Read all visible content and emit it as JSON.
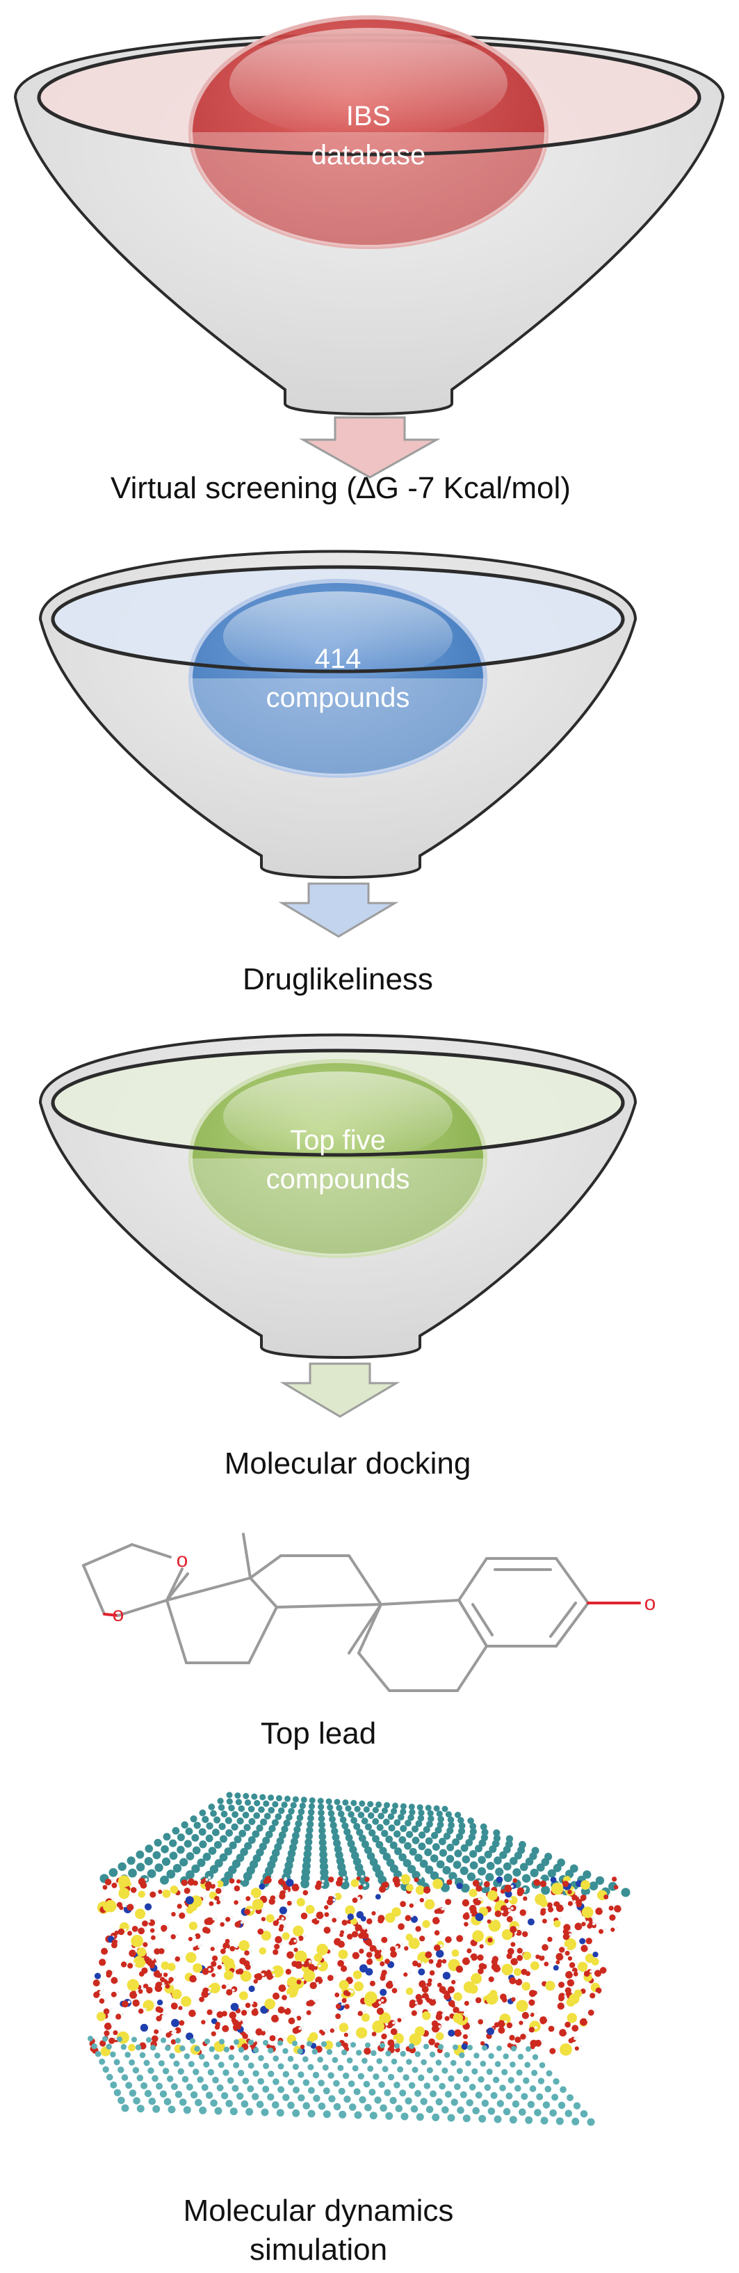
{
  "stages": [
    {
      "circle_lines": [
        "IBS",
        "database"
      ],
      "color_key": "red",
      "label_lines": [
        "Virtual screening (∆G -7 Kcal/mol)"
      ]
    },
    {
      "circle_lines": [
        "414",
        "compounds"
      ],
      "color_key": "blue",
      "label_lines": [
        "Druglikeliness"
      ]
    },
    {
      "circle_lines": [
        "Top five",
        "compounds"
      ],
      "color_key": "green",
      "label_lines": [
        "Molecular docking"
      ]
    }
  ],
  "top_lead_label": "Top lead",
  "md_label_lines": [
    "Molecular dynamics",
    "simulation"
  ],
  "colors": {
    "red": {
      "dark": "#b3272a",
      "mid": "#d9534f",
      "light": "#f4dcdc",
      "arrow": "#efc3c3"
    },
    "blue": {
      "dark": "#2f6db5",
      "mid": "#5b8fd0",
      "light": "#dde7f4",
      "arrow": "#c3d4ee"
    },
    "green": {
      "dark": "#7aa53a",
      "mid": "#9cc05d",
      "light": "#e8eedd",
      "arrow": "#dde8cc"
    },
    "funnel_body": "#e4e4e4",
    "funnel_outline": "#2b2b2b",
    "bond": "#9a9a9a",
    "oxygen": "#e0232e",
    "md_cyan": "#3b8f94",
    "md_red": "#cc2a1f",
    "md_yellow": "#f0e040",
    "md_blue": "#1f3fae"
  }
}
